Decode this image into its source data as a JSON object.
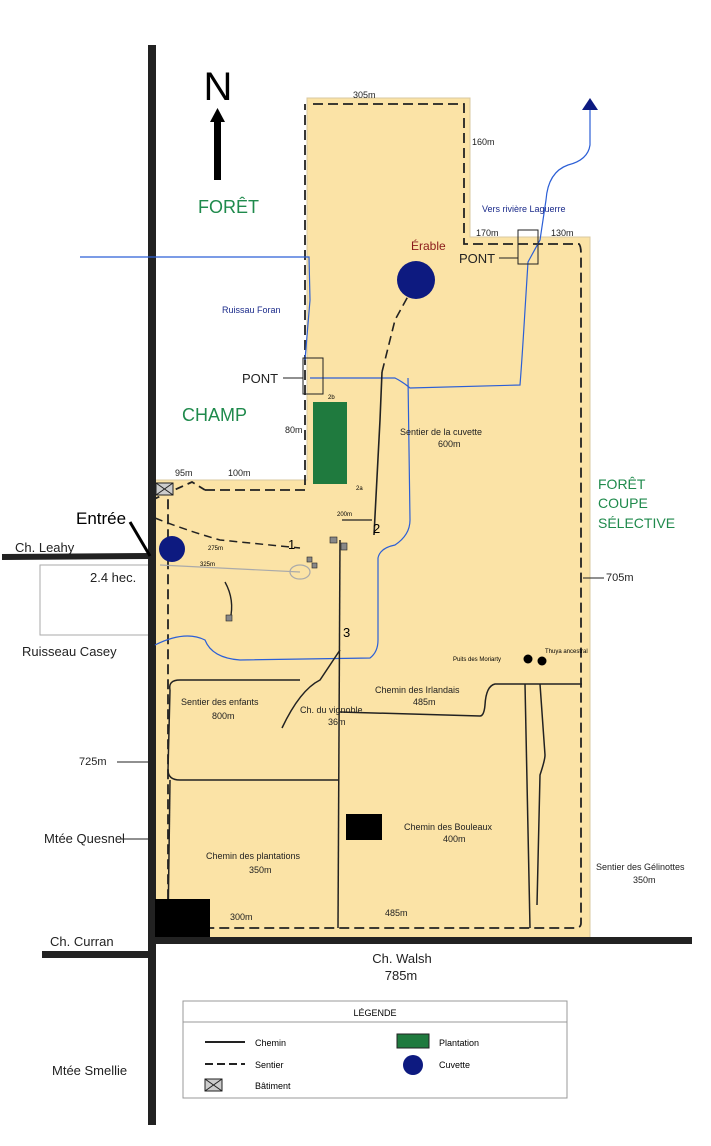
{
  "compass": {
    "letter": "N"
  },
  "areas": {
    "foret": "FORÊT",
    "champ": "CHAMP",
    "foret_coupe_1": "FORÊT",
    "foret_coupe_2": "COUPE",
    "foret_coupe_3": "SÉLECTIVE"
  },
  "measures": {
    "m305": "305m",
    "m160": "160m",
    "m170": "170m",
    "m130": "130m",
    "m95": "95m",
    "m100": "100m",
    "m80": "80m",
    "m2b": "2b",
    "m2a": "2a",
    "m705": "705m",
    "m725": "725m",
    "m300": "300m",
    "m485b": "485m",
    "m275": "275m",
    "m325": "325m",
    "m200": "200m"
  },
  "labels": {
    "erable": "Érable",
    "pont1": "PONT",
    "pont2": "PONT",
    "ruisseau_foran": "Ruissau Foran",
    "riviere": "Vers rivière Laguerre",
    "entree": "Entrée",
    "leahy": "Ch. Leahy",
    "hec": "2.4 hec.",
    "casey": "Ruisseau Casey",
    "quesnel": "Mtée Quesnel",
    "curran": "Ch. Curran",
    "walsh": "Ch. Walsh",
    "walsh_len": "785m",
    "smellie": "Mtée Smellie",
    "puits": "Puits des Moriarty",
    "thuya": "Thuya ancestral",
    "num1": "1",
    "num2": "2",
    "num3": "3"
  },
  "trails": {
    "cuvette_name": "Sentier de la cuvette",
    "cuvette_len": "600m",
    "irlandais_name": "Chemin des Irlandais",
    "irlandais_len": "485m",
    "enfants_name": "Sentier des enfants",
    "enfants_len": "800m",
    "vignoble_name": "Ch. du vignoble",
    "vignoble_len": "36m",
    "bouleaux_name": "Chemin des Bouleaux",
    "bouleaux_len": "400m",
    "plantations_name": "Chemin des plantations",
    "plantations_len": "350m",
    "gelinottes_name": "Sentier des Gélinottes",
    "gelinottes_len": "350m"
  },
  "legend": {
    "title": "LÉGENDE",
    "chemin": "Chemin",
    "sentier": "Sentier",
    "batiment": "Bâtiment",
    "plantation": "Plantation",
    "cuvette": "Cuvette"
  },
  "colors": {
    "property": "#fbe3a6",
    "water": "#2c5fd6",
    "forest_text": "#1f8a4c",
    "plantation": "#1f7a3e",
    "cuvette": "#0d1a80",
    "erable_text": "#8a1a1a",
    "road": "#222222"
  }
}
